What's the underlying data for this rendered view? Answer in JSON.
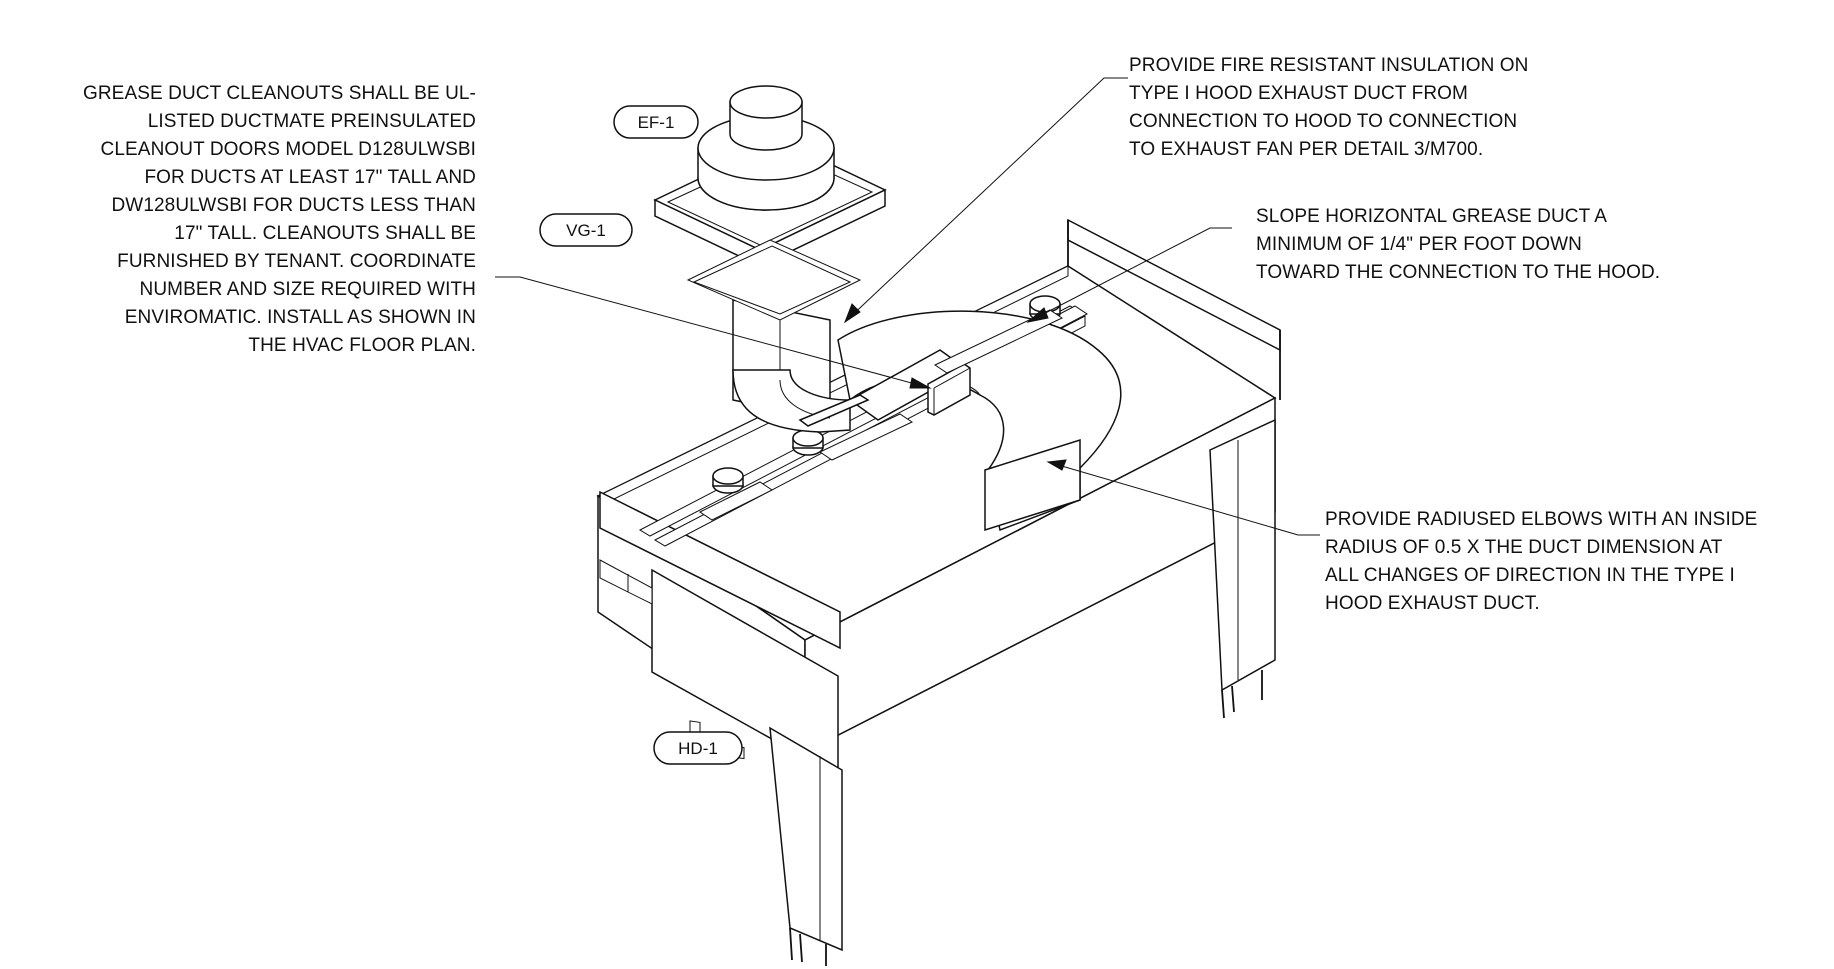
{
  "tags": {
    "ef": "EF-1",
    "vg": "VG-1",
    "hd": "HD-1"
  },
  "notes": {
    "grease_cleanouts": [
      "GREASE DUCT CLEANOUTS SHALL BE UL-",
      "LISTED DUCTMATE PREINSULATED",
      "CLEANOUT DOORS MODEL D128ULWSBI",
      "FOR DUCTS AT LEAST 17\" TALL AND",
      "DW128ULWSBI FOR DUCTS LESS THAN",
      "17\" TALL.  CLEANOUTS SHALL BE",
      "FURNISHED BY TENANT.  COORDINATE",
      "NUMBER AND SIZE REQUIRED WITH",
      "ENVIROMATIC.  INSTALL AS SHOWN IN",
      "THE HVAC FLOOR PLAN."
    ],
    "fire_insulation": [
      "PROVIDE FIRE RESISTANT INSULATION ON",
      "TYPE I HOOD EXHAUST DUCT FROM",
      "CONNECTION TO HOOD TO CONNECTION",
      "TO EXHAUST FAN PER DETAIL 3/M700."
    ],
    "slope": [
      "SLOPE HORIZONTAL GREASE DUCT A",
      "MINIMUM OF 1/4\" PER FOOT DOWN",
      "TOWARD THE CONNECTION TO THE HOOD."
    ],
    "elbows": [
      "PROVIDE RADIUSED ELBOWS WITH AN INSIDE",
      "RADIUS OF 0.5 X THE DUCT DIMENSION AT",
      "ALL CHANGES OF DIRECTION IN THE TYPE I",
      "HOOD EXHAUST DUCT."
    ]
  },
  "colors": {
    "line": "#111111",
    "background": "#ffffff"
  }
}
